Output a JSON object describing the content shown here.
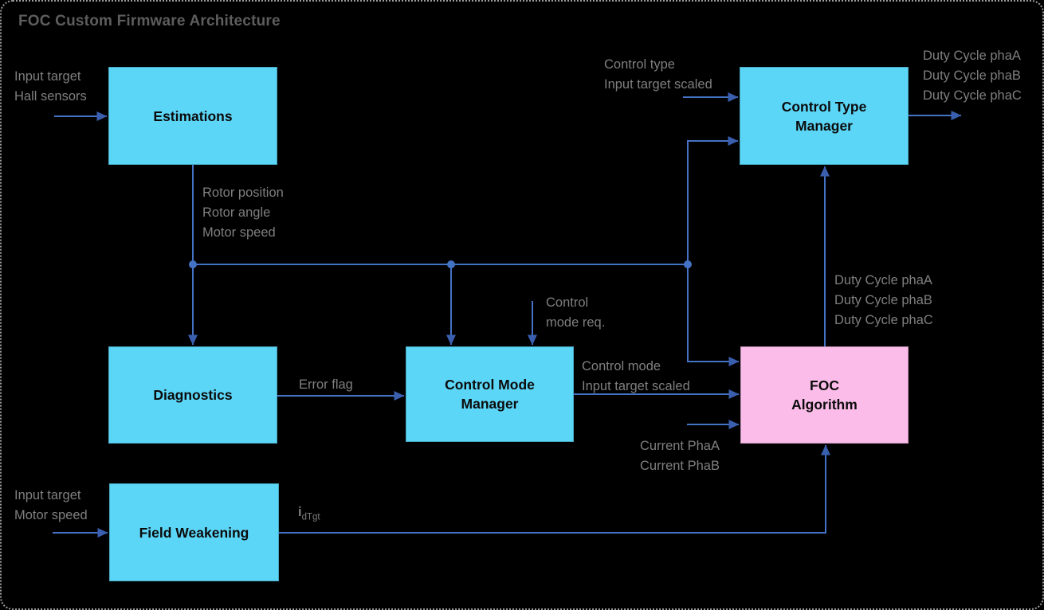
{
  "title": "FOC Custom Firmware Architecture",
  "colors": {
    "background": "#000000",
    "border_dotted": "#9a9a9a",
    "box_cyan": "#5cd6f7",
    "box_pink": "#fbbce9",
    "box_text": "#0b0b0b",
    "line_blue": "#4472c4",
    "arrowhead_blue": "#3a5fae",
    "junction_dot_blue": "#4472c4",
    "label_gray": "#7f7f7f",
    "title_gray": "#5d5d5d"
  },
  "nodes": {
    "estimations": {
      "lines": [
        "Estimations"
      ]
    },
    "control_type_manager": {
      "lines": [
        "Control Type",
        "Manager"
      ]
    },
    "diagnostics": {
      "lines": [
        "Diagnostics"
      ]
    },
    "control_mode_manager": {
      "lines": [
        "Control Mode",
        "Manager"
      ]
    },
    "foc_algorithm": {
      "lines": [
        "FOC",
        "Algorithm"
      ]
    },
    "field_weakening": {
      "lines": [
        "Field Weakening"
      ]
    }
  },
  "labels": {
    "estimations_inputs": [
      "Input target",
      "Hall sensors"
    ],
    "estimations_outputs": [
      "Rotor position",
      "Rotor angle",
      "Motor speed"
    ],
    "ctm_inputs": [
      "Control type",
      "Input target scaled"
    ],
    "ctm_outputs": [
      "Duty Cycle phaA",
      "Duty Cycle phaB",
      "Duty Cycle phaC"
    ],
    "cmm_mode_request": [
      "Control",
      "mode req."
    ],
    "error_flag": "Error flag",
    "cmm_outputs": [
      "Control mode",
      "Input target scaled"
    ],
    "foc_current_inputs": [
      "Current PhaA",
      "Current PhaB"
    ],
    "foc_duty_outputs": [
      "Duty Cycle phaA",
      "Duty Cycle phaB",
      "Duty Cycle phaC"
    ],
    "fw_inputs": [
      "Input target",
      "Motor speed"
    ],
    "fw_output_symbol": "i",
    "fw_output_subscript": "dTgt"
  }
}
